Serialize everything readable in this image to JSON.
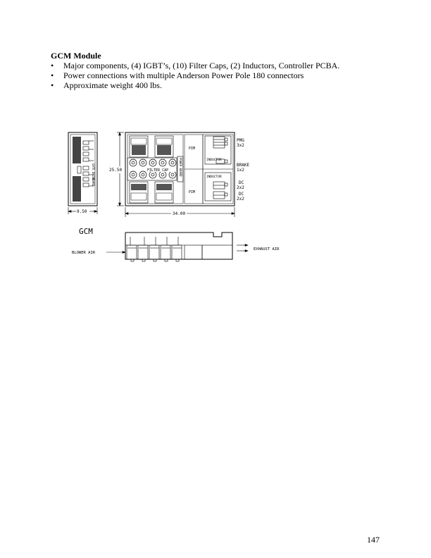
{
  "section": {
    "heading": "GCM Module",
    "bullets": [
      "Major components, (4) IGBT’s, (10) Filter Caps, (2) Inductors, Controller PCBA.",
      "Power connections with multiple Anderson Power Pole 180 connectors",
      "Approximate weight 400 lbs."
    ],
    "bullet_glyph": "•"
  },
  "drawing": {
    "dim_width": "9.50",
    "dim_length": "34.00",
    "dim_height": "25.50",
    "side_label_1": "GATE DRIVE",
    "side_label_2": "BOARD",
    "pim_top": "PIM",
    "pim_bottom": "PIM",
    "inductor_top": "INDUCTOR",
    "inductor_bottom": "INDUCTOR",
    "filter_cap": "FILTER CAP",
    "power_board": "POWER BOARD",
    "pmg": "PMG",
    "pmg_size": "3x2",
    "brake": "BRAKE",
    "brake_size": "1x2",
    "dc1": "DC",
    "dc1_size": "2x2",
    "dc2": "DC",
    "dc2_size": "2x2",
    "module_label": "GCM",
    "blower_air": "BLOWER AIR",
    "exhaust_air": "EXHAUST AIR"
  },
  "footer": {
    "page_number": "147"
  }
}
